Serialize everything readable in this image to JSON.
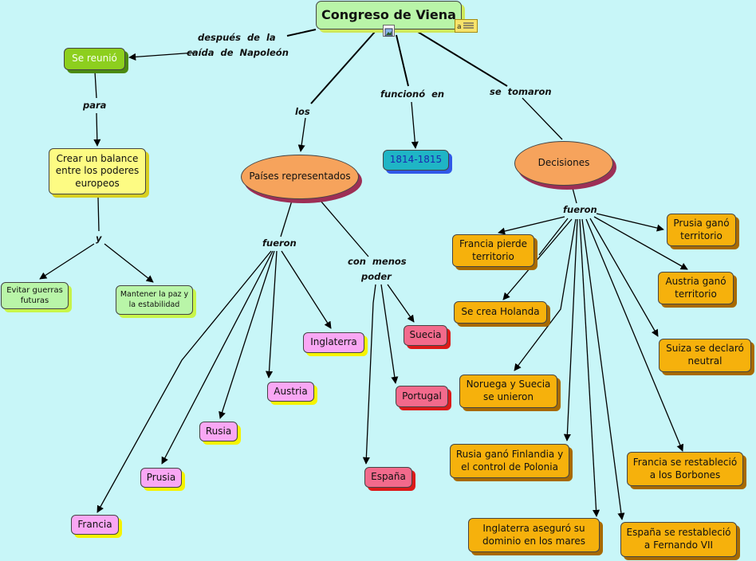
{
  "title": "Congreso de Viena",
  "links": {
    "despues_1": "después de la",
    "despues_2": "caída de Napoleón",
    "para": "para",
    "y": "y",
    "los": "los",
    "funciono": "funcionó en",
    "se_tomaron": "se tomaron",
    "fueron_paises": "fueron",
    "con_menos_1": "con menos",
    "con_menos_2": "poder",
    "fueron_decisiones": "fueron"
  },
  "nodes": {
    "se_reunio": "Se reunió",
    "balance": "Crear un balance entre los poderes europeos",
    "evitar": "Evitar guerras futuras",
    "mantener": "Mantener la paz y la estabilidad",
    "paises": "Países representados",
    "fechas": "1814-1815",
    "decisiones": "Decisiones",
    "inglaterra": "Inglaterra",
    "austria": "Austria",
    "rusia": "Rusia",
    "prusia": "Prusia",
    "francia": "Francia",
    "suecia": "Suecia",
    "portugal": "Portugal",
    "espana": "España",
    "d_francia_pierde": "Francia pierde territorio",
    "d_holanda": "Se crea Holanda",
    "d_noruega": "Noruega y Suecia se unieron",
    "d_rusia": "Rusia ganó Finlandia y el control de Polonia",
    "d_inglaterra": "Inglaterra aseguró su dominio en los mares",
    "d_espana": "España se restableció a Fernando VII",
    "d_francia_borbones": "Francia se restableció a los Borbones",
    "d_suiza": "Suiza se declaró neutral",
    "d_austria": "Austria ganó territorio",
    "d_prusia": "Prusia ganó territorio"
  },
  "icons": [
    "image-icon",
    "note-icon"
  ]
}
